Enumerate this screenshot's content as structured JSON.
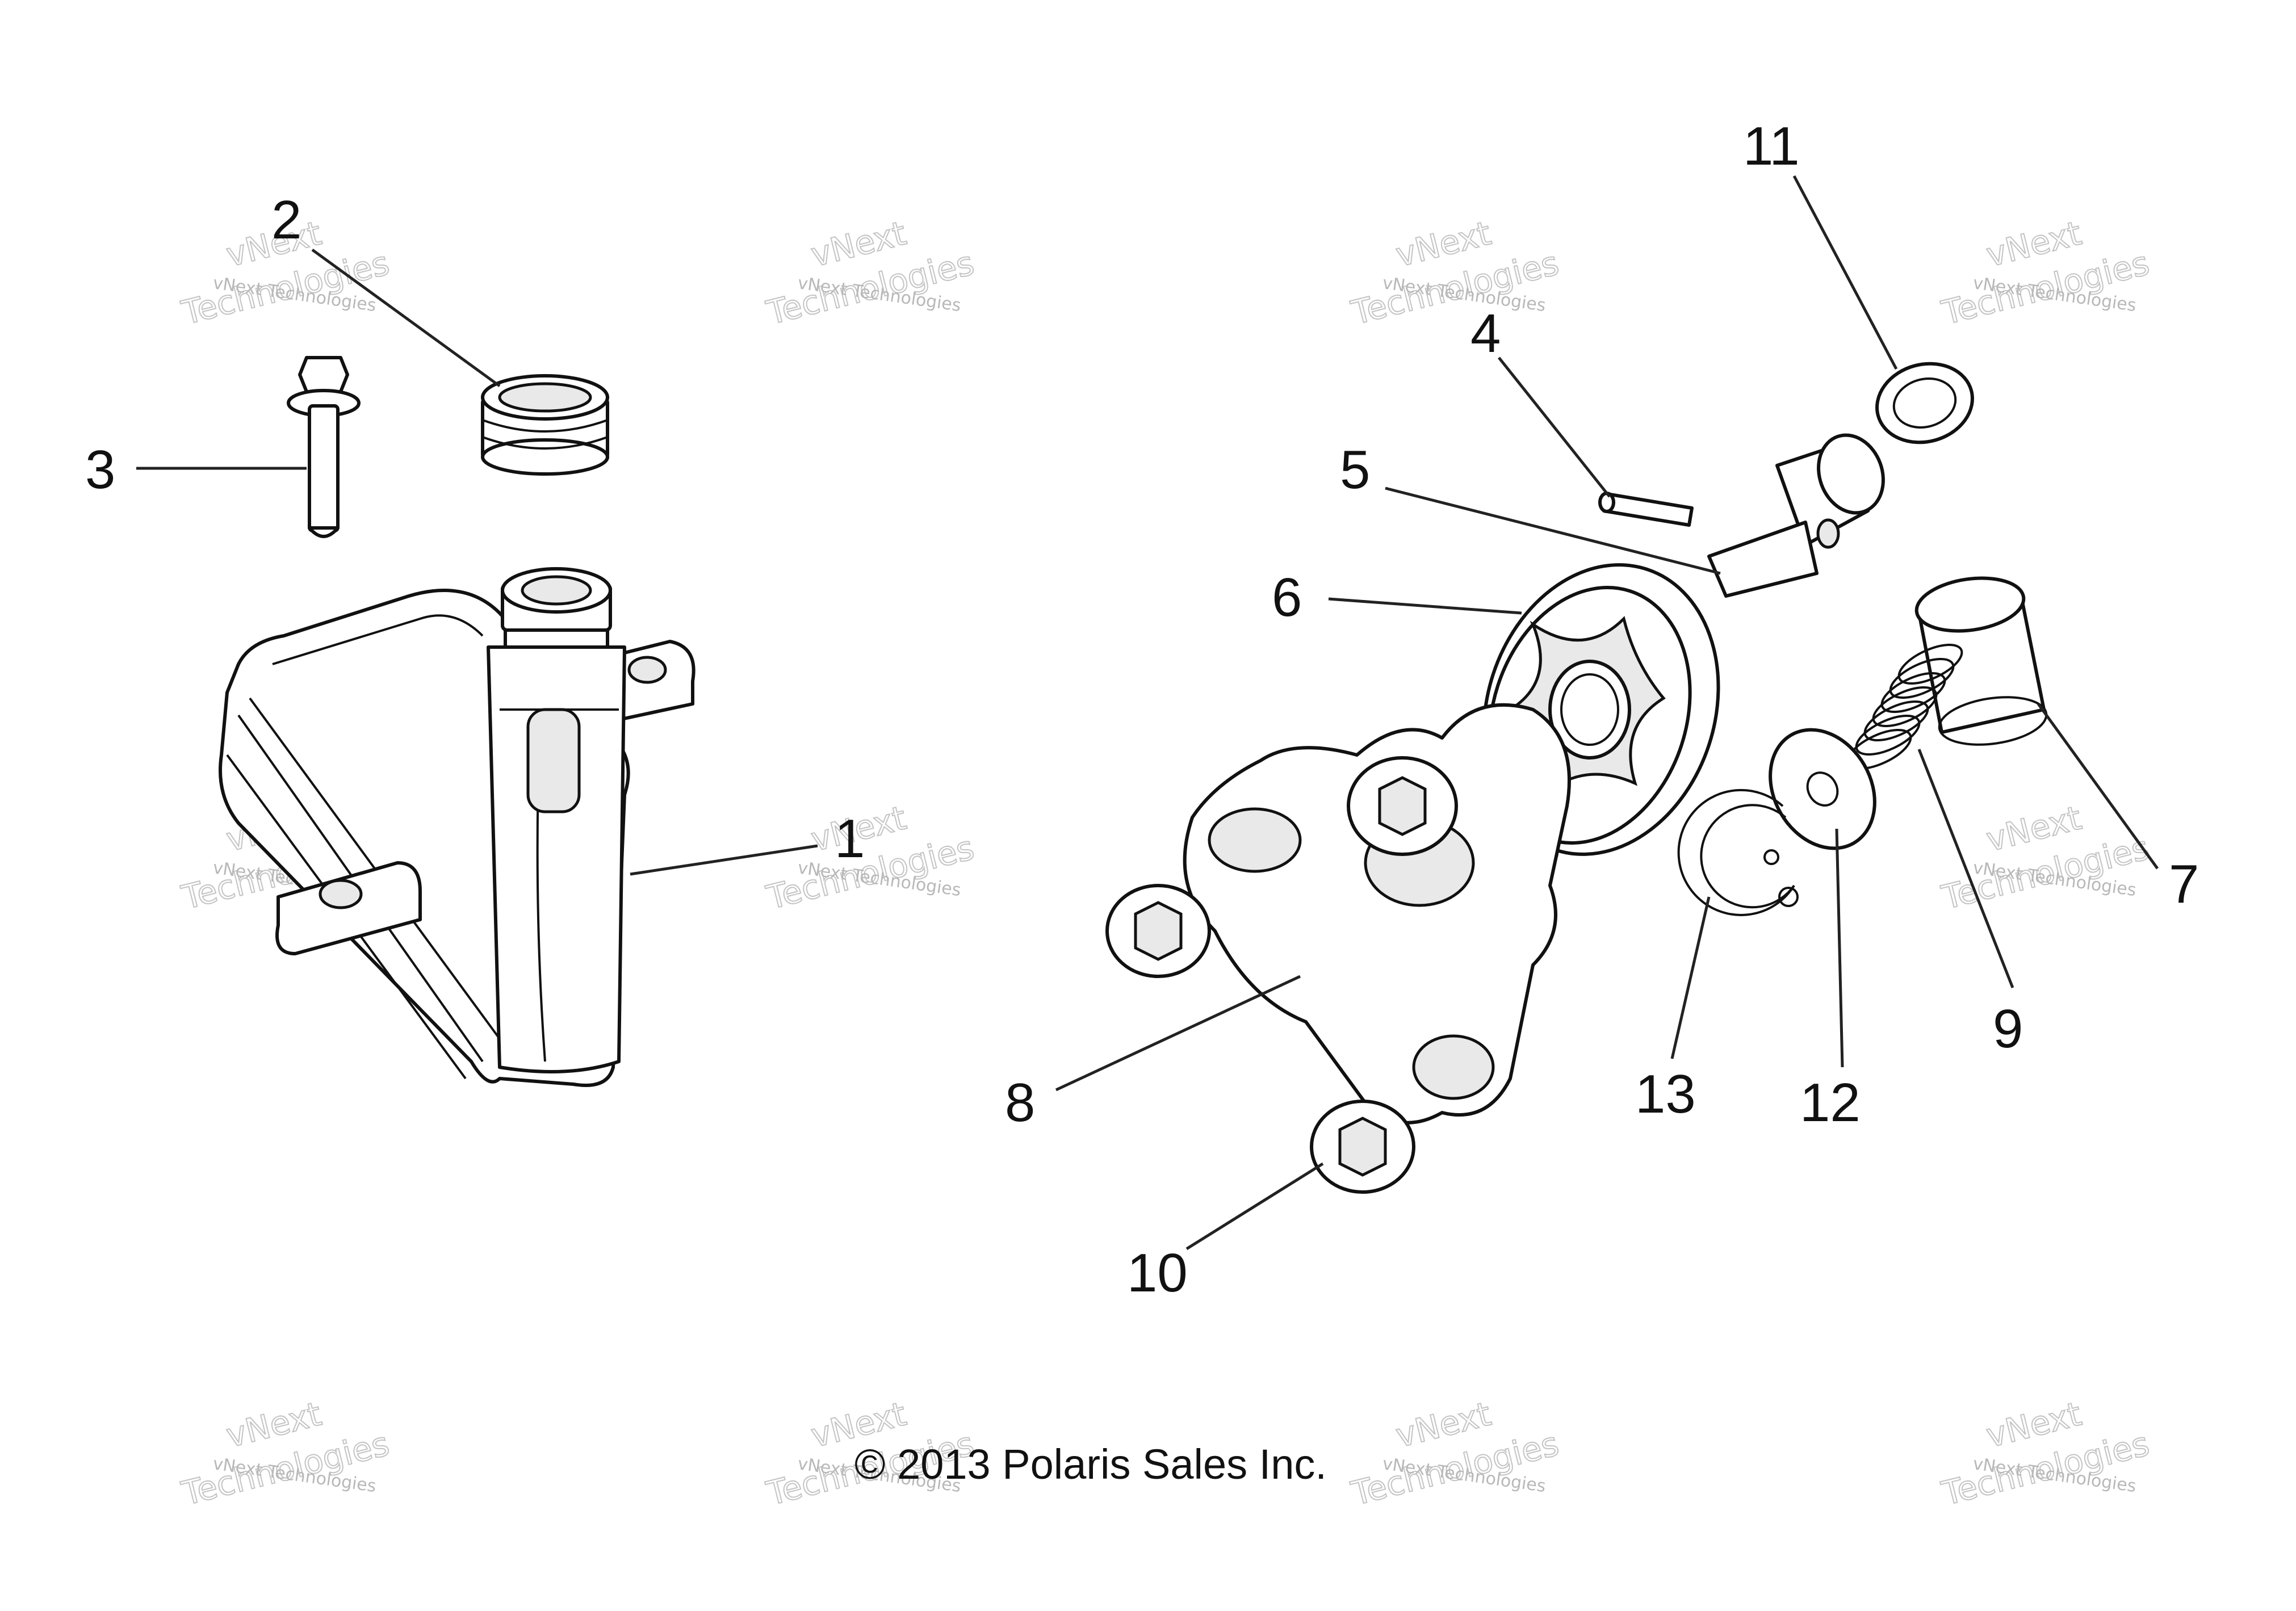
{
  "callouts": [
    "1",
    "2",
    "3",
    "4",
    "5",
    "6",
    "7",
    "8",
    "9",
    "10",
    "11",
    "12",
    "13"
  ],
  "watermark": {
    "line1": "vNext Technologies",
    "line2": "vNext",
    "line3": "Technologies"
  },
  "copyright": "© 2013 Polaris Sales Inc."
}
